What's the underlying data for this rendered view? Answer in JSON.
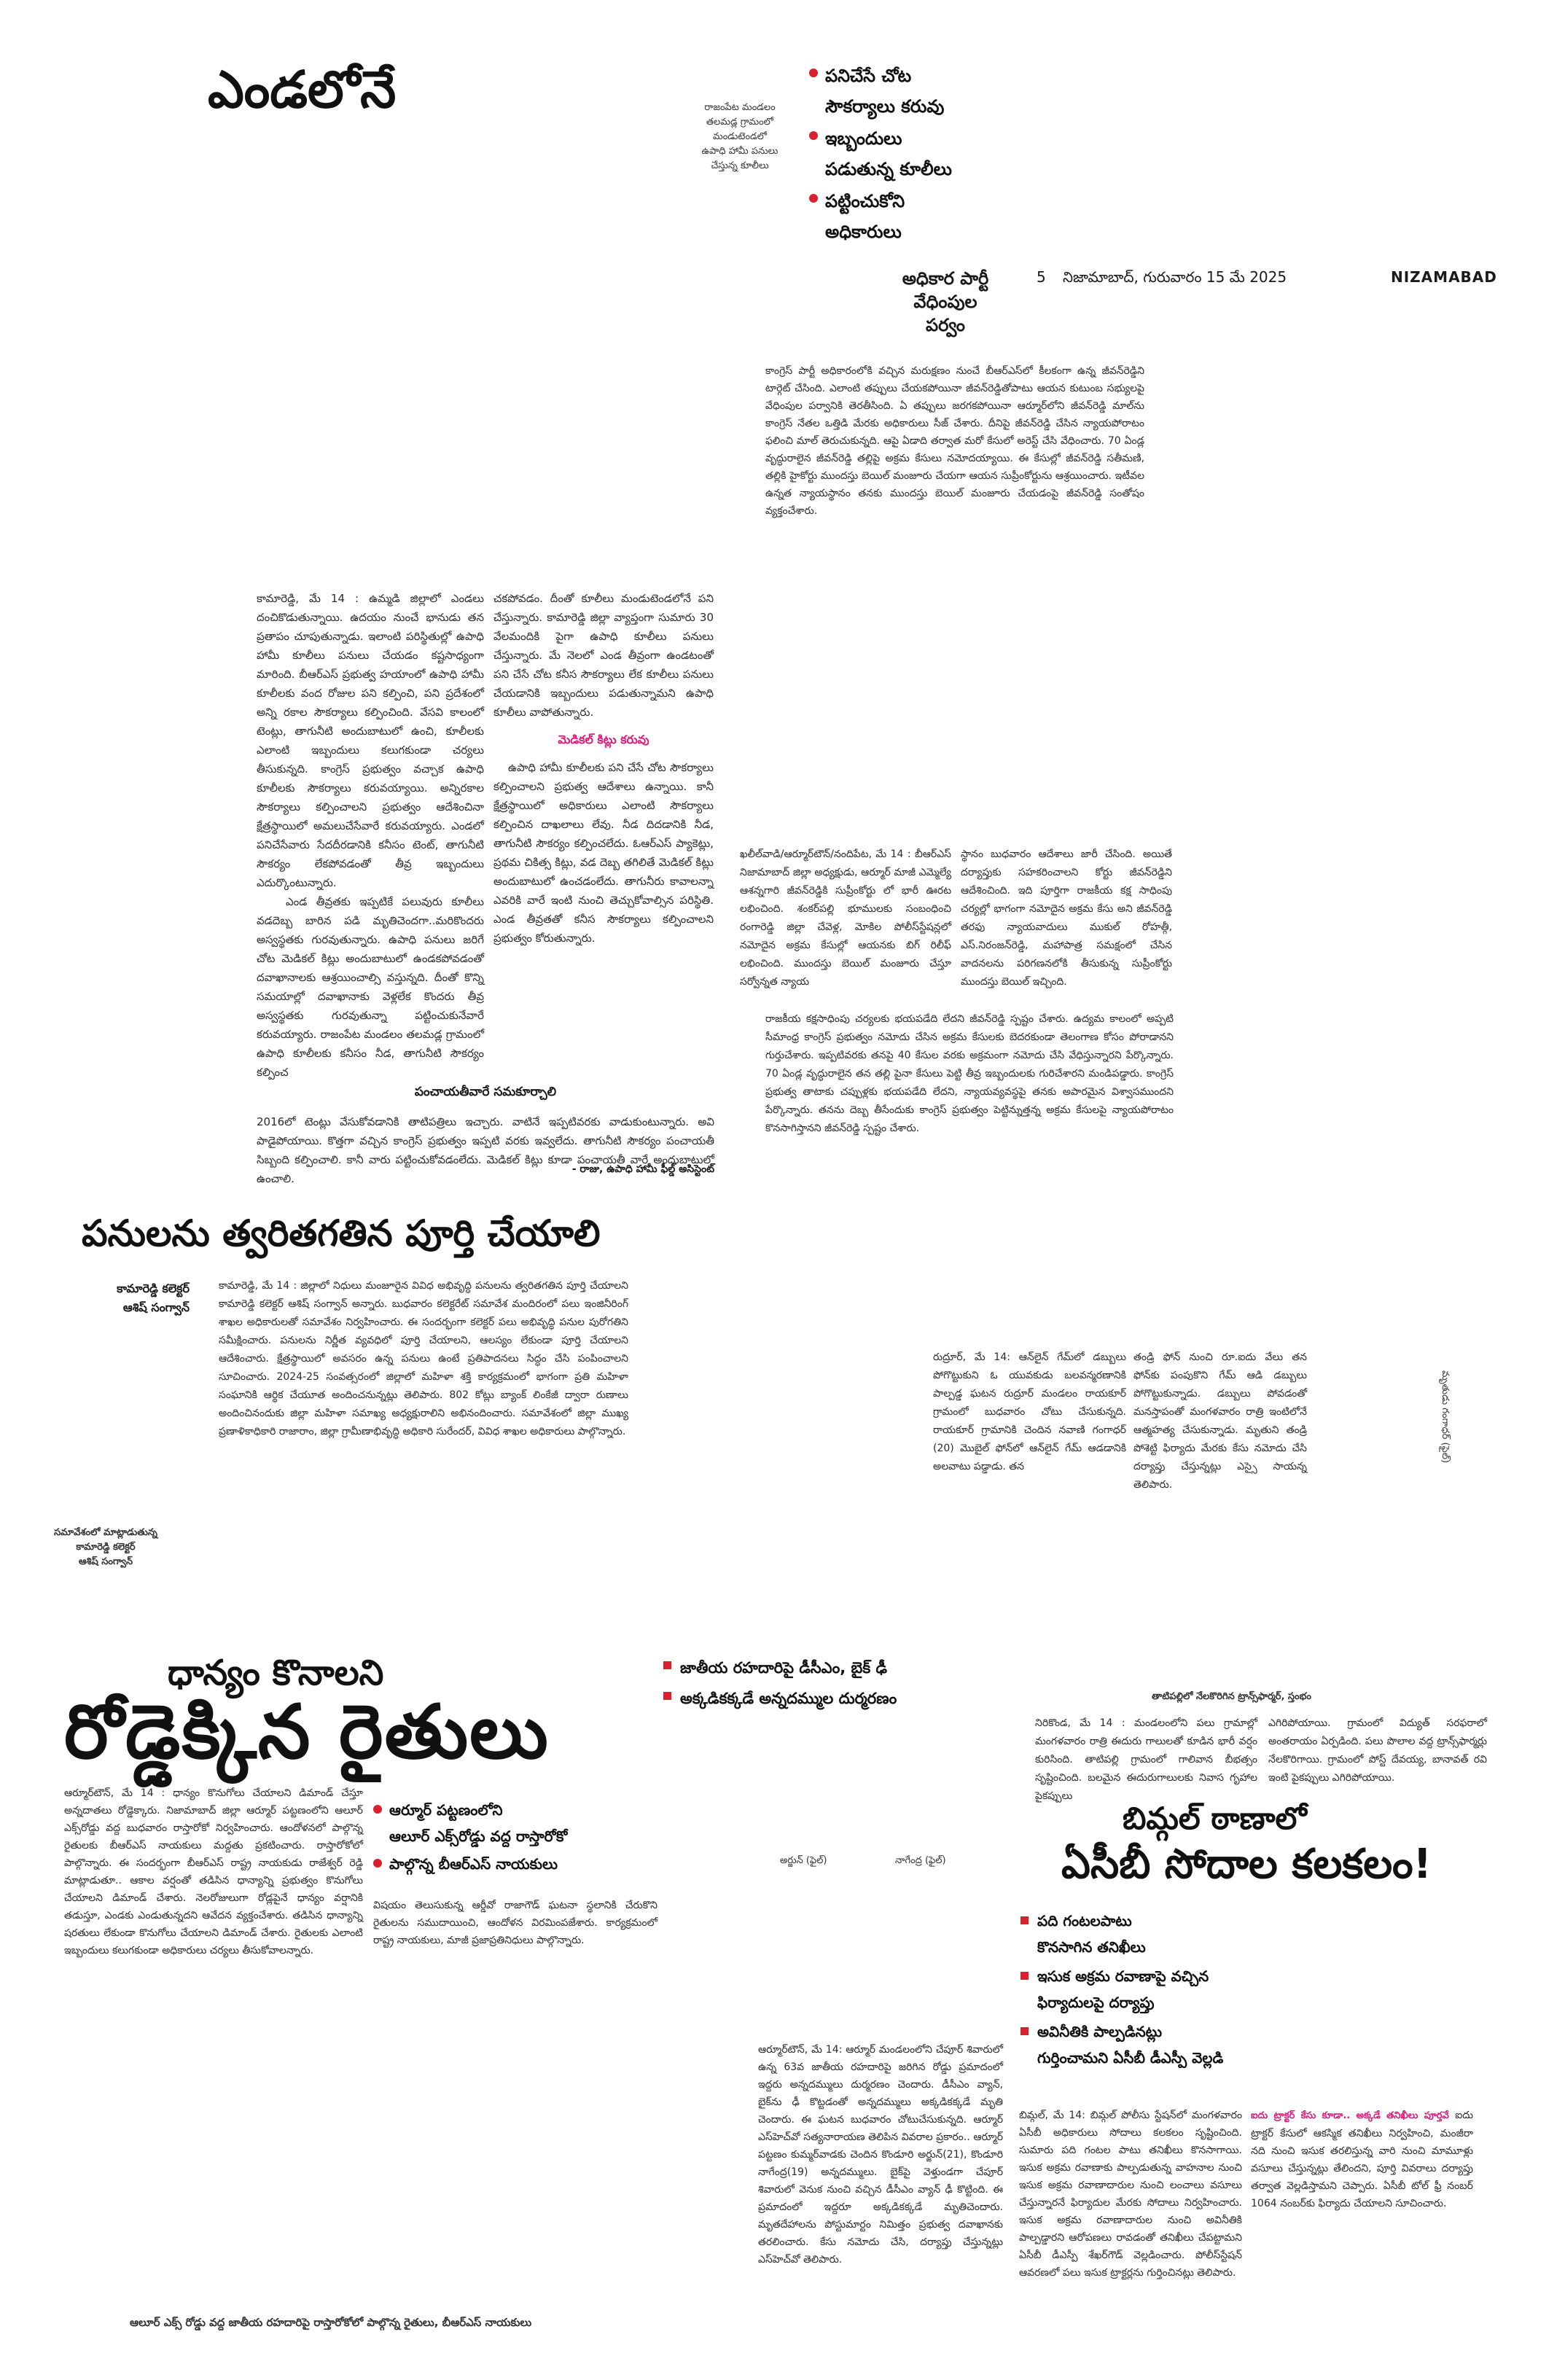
{
  "header": {
    "page_number": "5",
    "dateline": "నిజామాబాద్, గురువారం 15 మే 2025",
    "edition": "NIZAMABAD"
  },
  "story1": {
    "headline": "ఎండలోనే",
    "photo_caption": [
      "రాజంపేట మండలం",
      "తలమడ్ల గ్రామంలో",
      "మండుటెండలో",
      "ఉపాధి హామీ పనులు",
      "చేస్తున్న కూలీలు"
    ],
    "bullets": [
      "పనిచేసే చోట",
      "సౌకర్యాలు కరువు",
      "ఇబ్బందులు",
      "పడుతున్న కూలీలు",
      "పట్టించుకోని",
      "అధికారులు"
    ],
    "col1": "కామారెడ్డి, మే 14 : ఉమ్మడి జిల్లాలో ఎండలు దంచికొడుతున్నాయి. ఉదయం నుంచే భానుడు తన ప్రతాపం చూపుతున్నాడు. ఇలాంటి పరిస్థితుల్లో ఉపాధి హామీ కూలీలు పనులు చేయడం కష్టసాధ్యంగా మారింది. బీఆర్ఎస్ ప్రభుత్వ హయాంలో ఉపాధి హామీ కూలీలకు వంద రోజుల పని కల్పించి, పని ప్రదేశంలో అన్ని రకాల సౌకర్యాలు కల్పించింది. వేసవి కాలంలో టెంట్లు, తాగునీటి అందుబాటులో ఉంచి, కూలీలకు ఎలాంటి ఇబ్బందులు కలుగకుండా చర్యలు తీసుకున్నది. కాంగ్రెస్ ప్రభుత్వం వచ్చాక ఉపాధి కూలీలకు సౌకర్యాలు కరువయ్యాయి. అన్నిరకాల సౌకర్యాలు కల్పించాలని ప్రభుత్వం ఆదేశించినా క్షేత్రస్థాయిలో అమలుచేసేవారే కరువయ్యారు. ఎండలో పనిచేసేవారు సేదదీరడానికి కనీసం టెంట్, తాగునీటి సౌకర్యం లేకపోవడంతో తీవ్ర ఇబ్బందులు ఎదుర్కొంటున్నారు.",
    "col1b": "ఎండ తీవ్రతకు ఇప్పటికే పలువురు కూలీలు వడదెబ్బ బారిన పడి మృతిచెందగా..మరికొందరు అస్వస్థతకు గురవుతున్నారు. ఉపాధి పనులు జరిగే చోట మెడికల్ కిట్లు అందుబాటులో ఉండకపోవడంతో దవాఖానాలకు ఆశ్రయించాల్సి వస్తున్నది. దీంతో కొన్ని సమయాల్లో దవాఖానాకు వెళ్లలేక కొందరు తీవ్ర అస్వస్థతకు గురవుతున్నా పట్టించుకునేవారే కరువయ్యారు. రాజంపేట మండలం తలమడ్ల గ్రామంలో ఉపాధి కూలీలకు కనీసం నీడ, తాగునీటి సౌకర్యం కల్పించ",
    "col2": "చకపోవడం. దీంతో కూలీలు మండుటెండలోనే పని చేస్తున్నారు. కామారెడ్డి జిల్లా వ్యాప్తంగా సుమారు 30 వేలమందికి పైగా ఉపాధి కూలీలు పనులు చేస్తున్నారు. మే నెలలో ఎండ తీవ్రంగా ఉండటంతో పని చేసే చోట కనీస సౌకర్యాలు లేక కూలీలు పనులు చేయడానికి ఇబ్బందులు పడుతున్నామని ఉపాధి కూలీలు వాపోతున్నారు.",
    "sub1": "మెడికల్ కిట్లు కరువు",
    "col2b": "ఉపాధి హామీ కూలీలకు పని చేసే చోట సౌకర్యాలు కల్పించాలని ప్రభుత్వ ఆదేశాలు ఉన్నాయి. కానీ క్షేత్రస్థాయిలో అధికారులు ఎలాంటి సౌకర్యాలు కల్పించిన దాఖలాలు లేవు. నీడ దిదడానికి నీడ, తాగునీటి సౌకర్యం కల్పించలేదు. ఓఆర్ఎస్ ప్యాకెట్లు, ప్రథమ చికిత్స కిట్లు, వడ దెబ్బ తగిలితే మెడికల్ కిట్లు అందుబాటులో ఉంచడంలేదు. తాగునీరు కావాలన్నా ఎవరికి వారే ఇంటి నుంచి తెచ్చుకోవాల్సిన పరిస్థితి. ఎండ తీవ్రతతో కనీస సౌకర్యాలు కల్పించాలని ప్రభుత్వం కోరుతున్నారు.",
    "sub2": "పంచాయతీవారే సమకూర్చాలి",
    "col3": "2016లో టెంట్లు వేసుకోవడానికి తాటిపత్రిలు ఇచ్చారు. వాటినే ఇప్పటివరకు వాడుకుంటున్నారు. అవి పాడైపోయాయి. కొత్తగా వచ్చిన కాంగ్రెస్ ప్రభుత్వం ఇప్పటి వరకు ఇవ్వలేదు. తాగునీటి సౌకర్యం పంచాయతీ సిబ్బంది కల్పించాలి. కానీ వారు పట్టించుకోవడంలేదు. మెడికల్ కిట్లు కూడా పంచాయతీ వారే అందుబాటులో ఉంచాలి.",
    "byline": "- రాజు, ఉపాధి హామీ ఫీల్డ్ అసిస్టెంట్"
  },
  "story2": {
    "headline": [
      "అధికార పార్టీ",
      "వేధింపుల",
      "పర్వం"
    ],
    "intro": "కాంగ్రెస్ పార్టీ అధికారంలోకి వచ్చిన మరుక్షణం నుంచే బీఆర్ఎస్‌లో కీలకంగా ఉన్న జీవన్‌రెడ్డిని టార్గెట్ చేసింది. ఎలాంటి తప్పులు చేయకపోయినా జీవన్‌రెడ్డితోపాటు ఆయన కుటుంబ సభ్యులపై వేధింపుల పర్వానికి తెరతీసింది. ఏ తప్పులు జరగకపోయినా ఆర్మూర్‌లోని జీవన్‌రెడ్డి మాల్‌ను కాంగ్రెస్ నేతల ఒత్తిడి మేరకు అధికారులు సీజ్ చేశారు. దీనిపై జీవన్‌రెడ్డి చేసిన న్యాయపోరాటం ఫలించి మాల్ తెరుచుకున్నది. ఆపై ఏడాది తర్వాత మరో కేసులో అరెస్ట్ చేసి వేధించారు. 70 ఏండ్ల వృద్ధురాలైన జీవన్‌రెడ్డి తల్లిపై అక్రమ కేసులు నమోదయ్యాయి. ఈ కేసుల్లో జీవన్‌రెడ్డి సతీమణి, తల్లికి హైకోర్టు ముందస్తు బెయిల్ మంజూరు చేయగా ఆయన సుప్రీంకోర్టును ఆశ్రయించారు. ఇటీవల ఉన్నత న్యాయస్థానం తనకు ముందస్తు బెయిల్ మంజూరు చేయడంపై జీవన్‌రెడ్డి సంతోషం వ్యక్తంచేశారు.",
    "col1": "ఖలీల్‌వాడి/ఆర్మూర్‌టౌన్/నందిపేట, మే 14 : బీఆర్ఎస్ నిజామాబాద్ జిల్లా అధ్యక్షుడు, ఆర్మూర్ మాజీ ఎమ్మెల్యే ఆశన్నగారి జీవన్‌రెడ్డికి సుప్రీంకోర్టు లో భారీ ఊరట లభించింది. శంకర్‌పల్లి భూములకు సంబంధించి రంగారెడ్డి జిల్లా చేవెళ్ల, మోకిల పోలీస్‌స్టేషన్లలో నమోదైన అక్రమ కేసుల్లో ఆయనకు బిగ్ రిలీఫ్ లభించింది. ముందస్తు బెయిల్ మంజూరు చేస్తూ సర్వోన్నత న్యాయ",
    "col2": "స్థానం బుధవారం ఆదేశాలు జారీ చేసింది. అయితే దర్యాప్తుకు సహకరించాలని కోర్టు జీవన్‌రెడ్డిని ఆదేశించింది. ఇది పూర్తిగా రాజకీయ కక్ష సాధింపు చర్యల్లో భాగంగా నమోదైన అక్రమ కేసు అని జీవన్‌రెడ్డి తరఫు న్యాయవాదులు ముకుల్ రోహత్గీ, ఎస్.నిరంజన్‌రెడ్డి, మహాపాత్ర సమక్షంలో చేసిన వాదనలను పరిగణనలోకి తీసుకున్న సుప్రీంకోర్టు ముందస్తు బెయిల్ ఇచ్చింది.",
    "col3": "రాజకీయ కక్షసాధింపు చర్యలకు భయపడేది లేదని జీవన్‌రెడ్డి స్పష్టం చేశారు. ఉద్యమ కాలంలో అప్పటి సీమాంధ్ర కాంగ్రెస్ ప్రభుత్వం నమోదు చేసిన అక్రమ కేసులకు బెదరకుండా తెలంగాణ కోసం పోరాడానని గుర్తుచేశారు. ఇప్పటివరకు తనపై 40 కేసుల వరకు అక్రమంగా నమోదు చేసి వేధిస్తున్నారని పేర్కొన్నారు. 70 ఏండ్ల వృద్ధురాలైన తన తల్లి పైనా కేసులు పెట్టి తీవ్ర ఇబ్బందులకు గురిచేశారని మండిపడ్డారు. కాంగ్రెస్ ప్రభుత్వ తాటాకు చప్పుళ్లకు భయపడేది లేదని, న్యాయవ్యవస్థపై తనకు అపారమైన విశ్వాసముందని పేర్కొన్నారు. తనను దెబ్బ తీసేందుకు కాంగ్రెస్ ప్రభుత్వం పెట్టిన్నుత్తన్న అక్రమ కేసులపై న్యాయపోరాటం కొనసాగిస్తానని జీవన్‌రెడ్డి స్పష్టం చేశారు."
  },
  "story3": {
    "headline": "పనులను త్వరితగతిన పూర్తి చేయాలి",
    "speaker": [
      "కామారెడ్డి కలెక్టర్",
      "ఆశిష్ సంగ్వాన్"
    ],
    "text": "కామారెడ్డి, మే 14 : జిల్లాలో నిధులు మంజూరైన వివిధ అభివృద్ధి పనులను త్వరితగతిన పూర్తి చేయాలని కామారెడ్డి కలెక్టర్ ఆశిష్ సంగ్వాన్ అన్నారు. బుధవారం కలెక్టరేట్ సమావేశ మందిరంలో పలు ఇంజినీరింగ్ శాఖల అధికారులతో సమావేశం నిర్వహించారు. ఈ సందర్భంగా కలెక్టర్ పలు అభివృద్ధి పనుల పురోగతిని సమీక్షించారు. పనులను నిర్ణీత వ్యవధిలో పూర్తి చేయాలని, ఆలస్యం లేకుండా పూర్తి చేయాలని ఆదేశించారు. క్షేత్రస్థాయిలో అవసరం ఉన్న పనులు ఉంటే ప్రతిపాదనలు సిద్ధం చేసి పంపించాలని సూచించారు. 2024-25 సంవత్సరంలో జిల్లాలో మహిళా శక్తి కార్యక్రమంలో భాగంగా ప్రతి మహిళా సంఘానికి ఆర్థిక చేయూత అందించనున్నట్లు తెలిపారు. 802 కోట్లు బ్యాంక్ లింకేజీ ద్వారా రుణాలు అందించినందుకు జిల్లా మహిళా సమాఖ్య అధ్యక్షురాలిని అభినందించారు. సమావేశంలో జిల్లా ముఖ్య ప్రణాళికాధికారి రాజారాం, జిల్లా గ్రామీణాభివృద్ధి అధికారి సురేందర్, వివిధ శాఖల అధికారులు పాల్గొన్నారు.",
    "caption": [
      "సమావేశంలో మాట్లాడుతున్న",
      "కామారెడ్డి కలెక్టర్",
      "ఆశిష్ సంగ్వాన్"
    ]
  },
  "story4": {
    "col1": "రుద్రూర్, మే 14: ఆన్‌లైన్ గేమ్‌లో డబ్బులు పోగొట్టుకుని ఓ యువకుడు బలవన్మరణానికి పాల్పడ్డ ఘటన రుద్రూర్ మండలం రాయకూర్ గ్రామంలో బుధవారం చోటు చేసుకున్నది. రాయకూర్ గ్రామానికి చెందిన నవాణి గంగాధర్ (20) మొబైల్ ఫోన్‌లో ఆన్‌లైన్ గేమ్ ఆడడానికి అలవాటు పడ్డాడు. తన",
    "col2": "తండ్రి ఫోన్ నుంచి రూ.ఐదు వేలు తన ఫోన్‌కు పంపుకొని గేమ్ ఆడి డబ్బులు పోగొట్టుకున్నాడు. డబ్బులు పోవడంతో మనస్తాపంతో మంగళవారం రాత్రి ఇంటిలోనే ఆత్మహత్య చేసుకున్నాడు. మృతుని తండ్రి పోశెట్టి ఫిర్యాదు మేరకు కేసు నమోదు చేసి దర్యాప్తు చేస్తున్నట్లు ఎస్సై సాయన్న తెలిపారు.",
    "photo_label": "మృతుడు గంగాధర్ (ఫైల్)"
  },
  "story5": {
    "kicker": "ధాన్యం కొనాలని",
    "headline": "రోడ్డెక్కిన రైతులు",
    "bullets_top": [
      "జాతీయ రహదారిపై డీసీఎం, బైక్ ఢీ",
      "అక్కడికక్కడే అన్నదమ్ముల దుర్మరణం"
    ],
    "bullets": [
      "ఆర్మూర్ పట్టణంలోని",
      "ఆలూర్ ఎక్స్‌రోడ్డు వద్ద రాస్తారోకో",
      "పాల్గొన్న బీఆర్ఎస్ నాయకులు"
    ],
    "text": "ఆర్మూర్‌టౌన్, మే 14 : ధాన్యం కొనుగోలు చేయాలని డిమాండ్ చేస్తూ అన్నదాతలు రోడ్డెక్కారు. నిజామాబాద్ జిల్లా ఆర్మూర్ పట్టణంలోని ఆలూర్ ఎక్స్‌రోడ్డు వద్ద బుధవారం రాస్తారోకో నిర్వహించారు. ఆందోళనలో పాల్గొన్న రైతులకు బీఆర్ఎస్ నాయకులు మద్దతు ప్రకటించారు. రాస్తారోకోలో పాల్గొన్నారు. ఈ సందర్భంగా బీఆర్ఎస్ రాష్ట్ర నాయకుడు రాజేశ్వర్ రెడ్డి మాట్లాడుతూ.. ఆకాల వర్షంతో తడిసిన ధాన్యాన్ని ప్రభుత్వం కొనుగోలు చేయాలని డిమాండ్ చేశారు. నెలరోజులుగా రోడ్లపైనే ధాన్యం వర్షానికి తడుస్తూ, ఎండకు ఎండుతున్నదని ఆవేదన వ్యక్తంచేశారు. తడిసిన ధాన్యాన్ని షరతులు లేకుండా కొనుగోలు చేయాలని డిమాండ్ చేశారు. రైతులకు ఎలాంటి ఇబ్బందులు కలుగకుండా అధికారులు చర్యలు తీసుకోవాలన్నారు.",
    "text2": "విషయం తెలుసుకున్న ఆర్డీవో రాజాగౌడ్ ఘటనా స్థలానికి చేరుకొని రైతులను సముదాయించి, ఆందోళన విరమింపజేశారు. కార్యక్రమంలో రాష్ట్ర నాయకులు, మాజీ ప్రజాప్రతినిధులు పాల్గొన్నారు.",
    "photo_caption": "ఆలూర్ ఎక్స్ రోడ్డు వద్ద జాతీయ రహదారిపై రాస్తారోకోలో పాల్గొన్న రైతులు, బీఆర్ఎస్ నాయకులు"
  },
  "story6": {
    "photo_labels": [
      "అర్జున్ (ఫైల్)",
      "నాగేంద్ర (ఫైల్)"
    ],
    "text": "ఆర్మూర్‌టౌన్, మే 14: ఆర్మూర్ మండలంలోని చేపూర్ శివారులో ఉన్న 63వ జాతీయ రహదారిపై జరిగిన రోడ్డు ప్రమాదంలో ఇద్దరు అన్నదమ్ములు దుర్మరణం చెందారు. డీసీఎం వ్యాన్, బైక్‌ను ఢీ కొట్టడంతో అన్నదమ్ములు అక్కడికక్కడే మృతి చెందారు. ఈ ఘటన బుధవారం చోటుచేసుకున్నది. ఆర్మూర్ ఎస్‌హెచ్‌వో సత్యనారాయణ తెలిపిన వివరాల ప్రకారం.. ఆర్మూర్ పట్టణం కుమ్మర్‌వాడకు చెందిన కొండూరి అర్జున్(21), కొండూరి నాగేంద్ర(19) అన్నదమ్ములు. బైక్‌పై వెళ్తుండగా చేపూర్ శివారులో వెనుక నుంచి వచ్చిన డీసీఎం వ్యాన్ ఢీ కొట్టింది. ఈ ప్రమాదంలో ఇద్దరూ అక్కడికక్కడే మృతిచెందారు. మృతదేహాలను పోస్టుమార్టం నిమిత్తం ప్రభుత్వ దవాఖానకు తరలించారు. కేసు నమోదు చేసి, దర్యాప్తు చేస్తున్నట్లు ఎస్‌హెచ్‌వో తెలిపారు."
  },
  "story7": {
    "photo_caption": "తాటిపల్లిలో నేలకొరిగిన ట్రాన్స్‌ఫార్మర్, స్తంభం",
    "col1": "నిరికొండ, మే 14 : మండలంలోని పలు గ్రామాల్లో మంగళవారం రాత్రి ఈదురు గాలులతో కూడిన భారీ వర్షం కురిసింది. తాటిపల్లి గ్రామంలో గాలివాన బీభత్సం సృష్టించింది. బలమైన ఈదురుగాలులకు నివాస గృహాల పైకప్పులు",
    "col2": "ఎగిరిపోయాయి. గ్రామంలో విద్యుత్ సరఫరాలో అంతరాయం ఏర్పడింది. పలు పొలాల వద్ద ట్రాన్స్‌ఫార్మర్లు నేలకొరిగాయి. గ్రామంలో పోస్ట్ దేవయ్య, బానావత్ రవి ఇంటి పైకప్పులు ఎగిరిపోయాయి."
  },
  "story8": {
    "kicker": "బిమ్గల్ ఠాణాలో",
    "headline": "ఏసీబీ సోదాల కలకలం!",
    "bullets": [
      "పది గంటలపాటు",
      "కొనసాగిన తనిఖీలు",
      "ఇసుక అక్రమ రవాణాపై వచ్చిన",
      "ఫిర్యాదులపై దర్యాప్తు",
      "అవినీతికి పాల్పడినట్లు",
      "గుర్తించామని ఏసీబీ డీఎస్పీ వెల్లడి"
    ],
    "col1": "బిమ్గల్, మే 14: బిమ్గల్ పోలీసు స్టేషన్‌లో మంగళవారం ఏసీబీ అధికారులు సోదాలు కలకలం సృష్టించింది. సుమారు పది గంటల పాటు తనిఖీలు కొనసాగాయి. ఇసుక అక్రమ రవాణాకు పాల్పడుతున్న వాహనాల నుంచి ఇసుక అక్రమ రవాణాదారుల నుంచి లంచాలు వసూలు చేస్తున్నారనే ఫిర్యాదుల మేరకు సోదాలు నిర్వహించారు. ఇసుక అక్రమ రవాణాదారుల నుంచి అవినీతికి పాల్పడ్డారని ఆరోపణలు రావడంతో తనిఖీలు చేపట్టామని ఏసీబీ డీఎస్పీ శేఖర్‌గౌడ్ వెల్లడించారు. పోలీస్‌స్టేషన్ ఆవరణలో పలు ఇసుక ట్రాక్టర్లను గుర్తించినట్లు తెలిపారు.",
    "col2a": "ఐదు ట్రాక్టర్ కేసు కూడా.. అక్కడే తనిఖీలు పూర్తవే",
    "col2": "ఐదు ట్రాక్టర్ కేసులో ఆకస్మిక తనిఖీలు నిర్వహించి, మంజీరా నది నుంచి ఇసుక తరలిస్తున్న వారి నుంచి మామూళ్లు వసూలు చేస్తున్నట్లు తేలిందని, పూర్తి వివరాలు దర్యాప్తు తర్వాత వెల్లడిస్తామని చెప్పారు. ఏసీబీ టోల్ ఫ్రీ నంబర్ 1064 నంబర్‌కు ఫిర్యాదు చేయాలని సూచించారు."
  }
}
